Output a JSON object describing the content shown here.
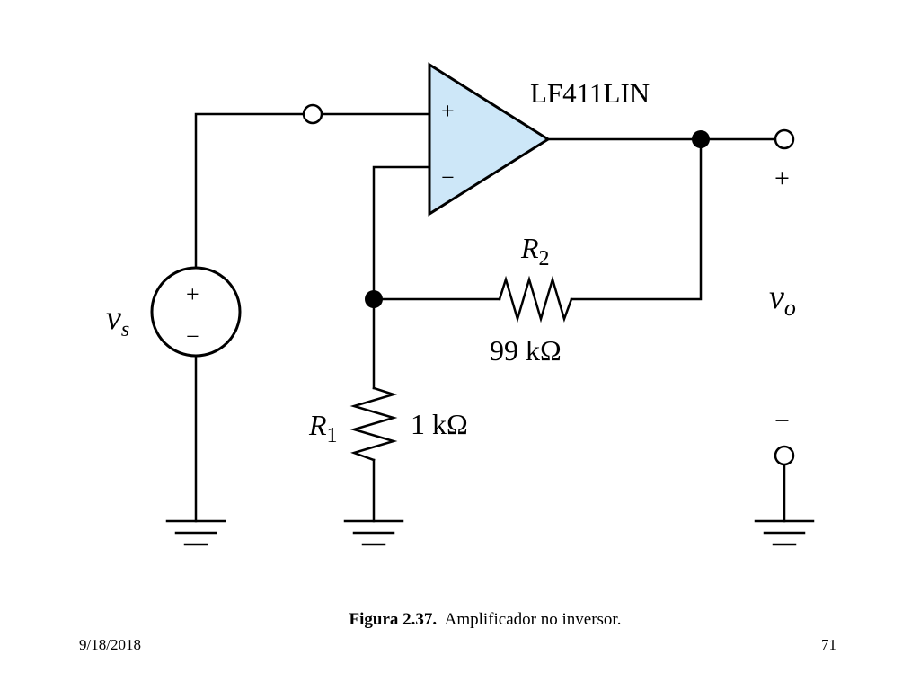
{
  "diagram": {
    "opamp_label": "LF411LIN",
    "opamp_plus": "+",
    "opamp_minus": "−",
    "source_name": "v",
    "source_sub": "s",
    "source_plus": "+",
    "source_minus": "−",
    "r1_name": "R",
    "r1_sub": "1",
    "r1_value": "1 kΩ",
    "r2_name": "R",
    "r2_sub": "2",
    "r2_value": "99 kΩ",
    "out_name": "v",
    "out_sub": "o",
    "out_plus": "+",
    "out_minus": "−",
    "colors": {
      "opamp_fill": "#cde7f8",
      "line": "#000000"
    }
  },
  "caption": {
    "label": "Figura 2.37.",
    "text": "Amplificador no inversor."
  },
  "footer": {
    "date": "9/18/2018",
    "page": "71"
  }
}
